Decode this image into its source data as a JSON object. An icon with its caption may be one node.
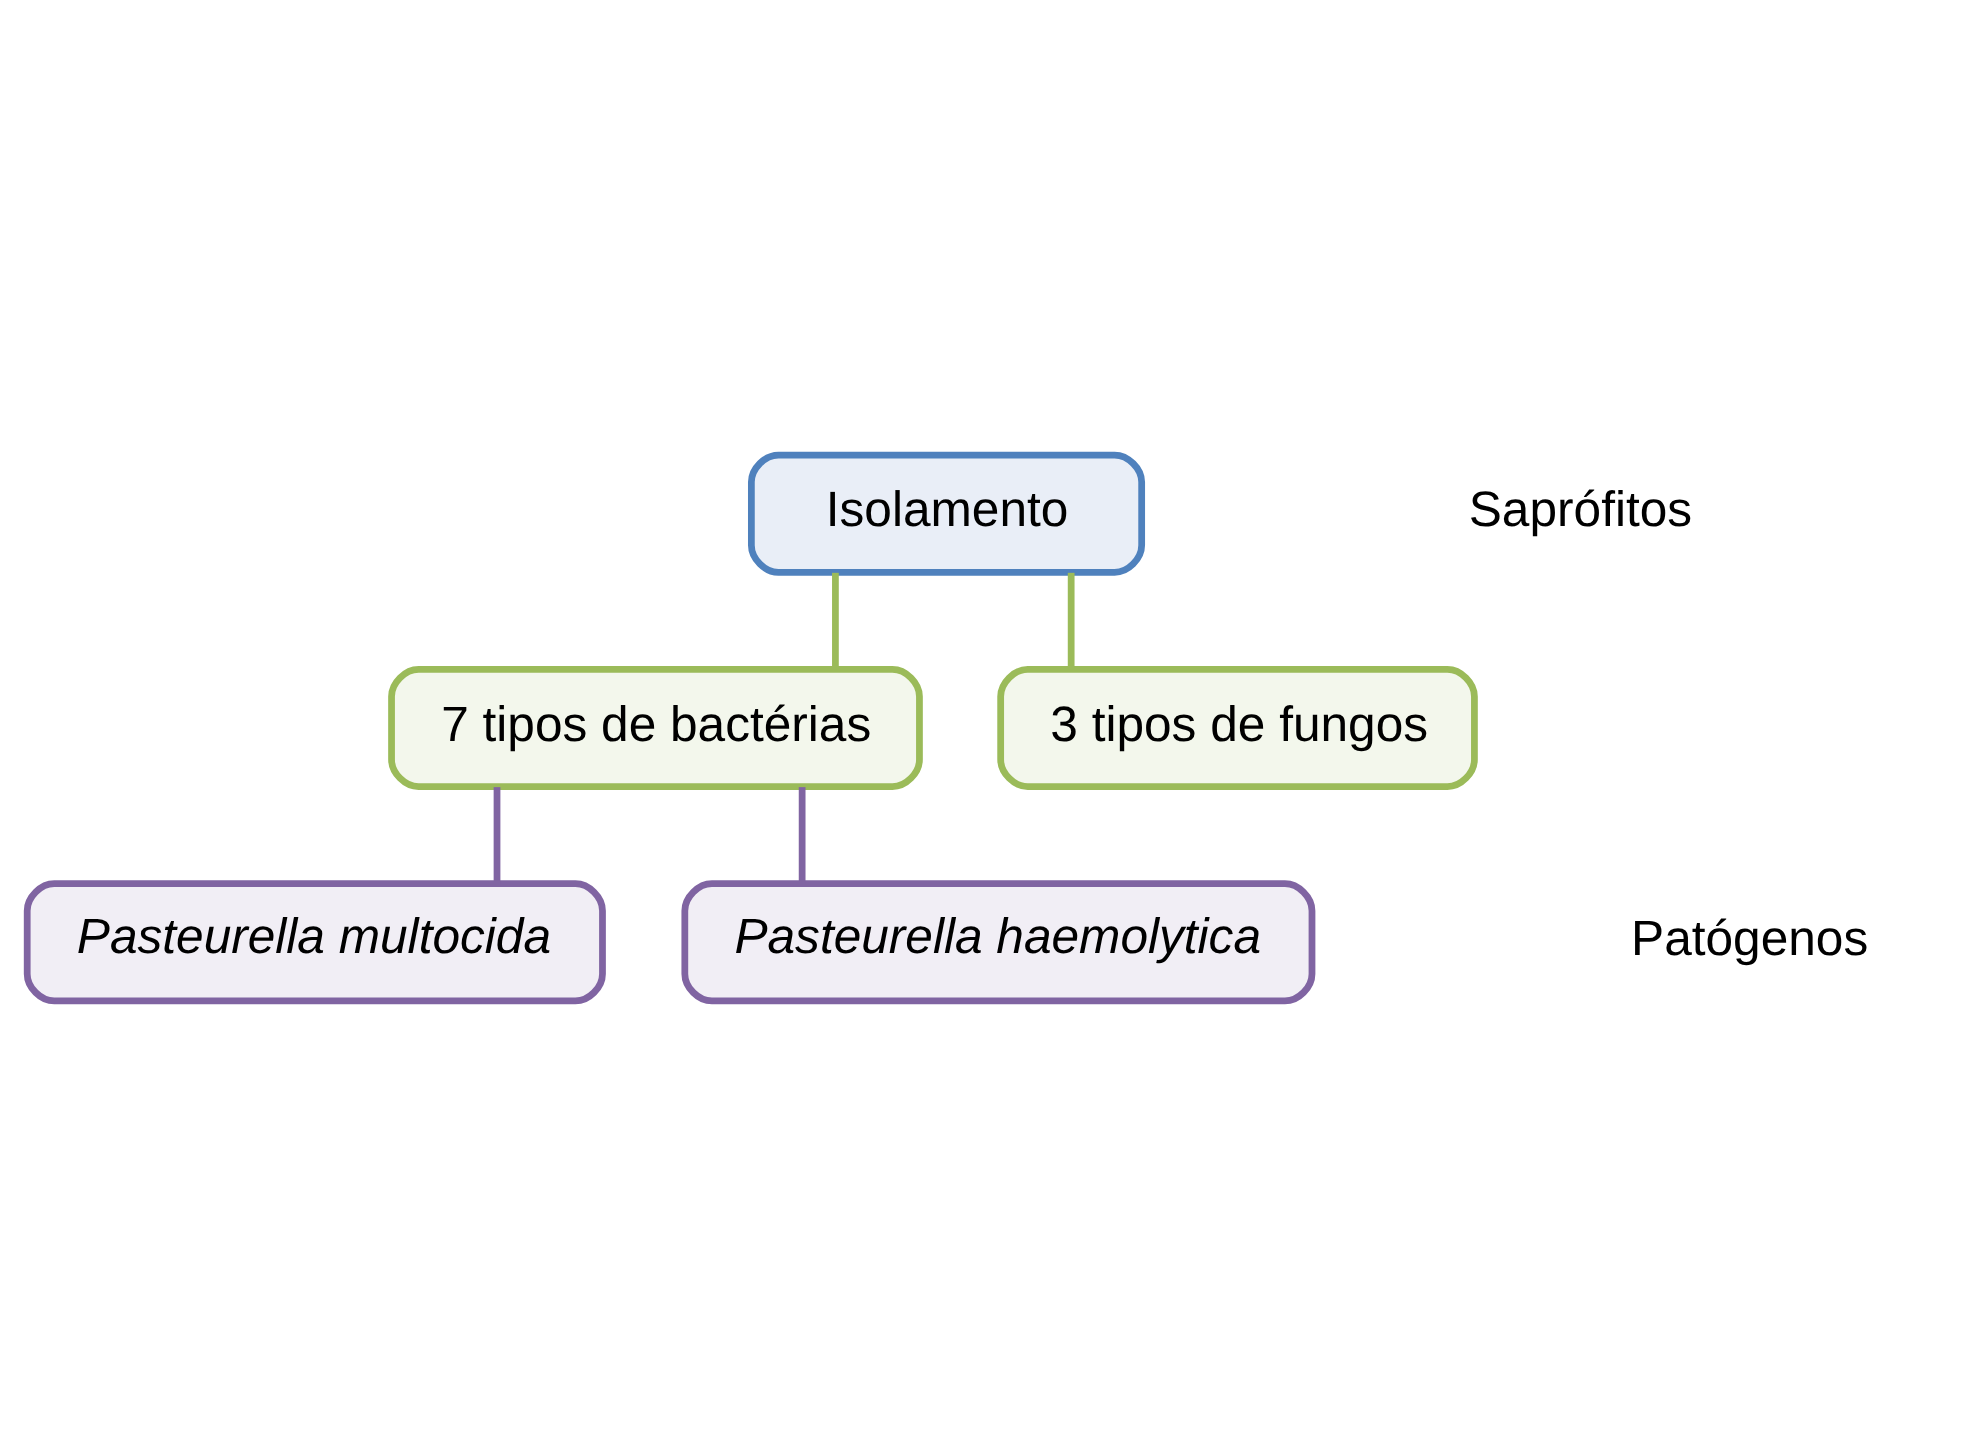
{
  "diagram": {
    "nodes": [
      {
        "text": [
          "Isolamento"
        ]
      },
      {
        "text": [
          "7 tipos de bactérias"
        ]
      },
      {
        "text": [
          "3 tipos de fungos"
        ]
      },
      {
        "text": [
          "Pasteurella multocida"
        ]
      },
      {
        "text": [
          "Pasteurella haemolytica"
        ]
      }
    ],
    "edges": [
      {
        "from": 0,
        "to": 1,
        "arrow": "none",
        "color": "#9bbb59"
      },
      {
        "from": 0,
        "to": 2,
        "arrow": "none",
        "color": "#9bbb59"
      },
      {
        "from": 1,
        "to": 3,
        "arrow": "none",
        "color": "#8064a2"
      },
      {
        "from": 1,
        "to": 4,
        "arrow": "none",
        "color": "#8064a2"
      }
    ],
    "labels": [
      "Saprófitos",
      "Patógenos"
    ]
  }
}
